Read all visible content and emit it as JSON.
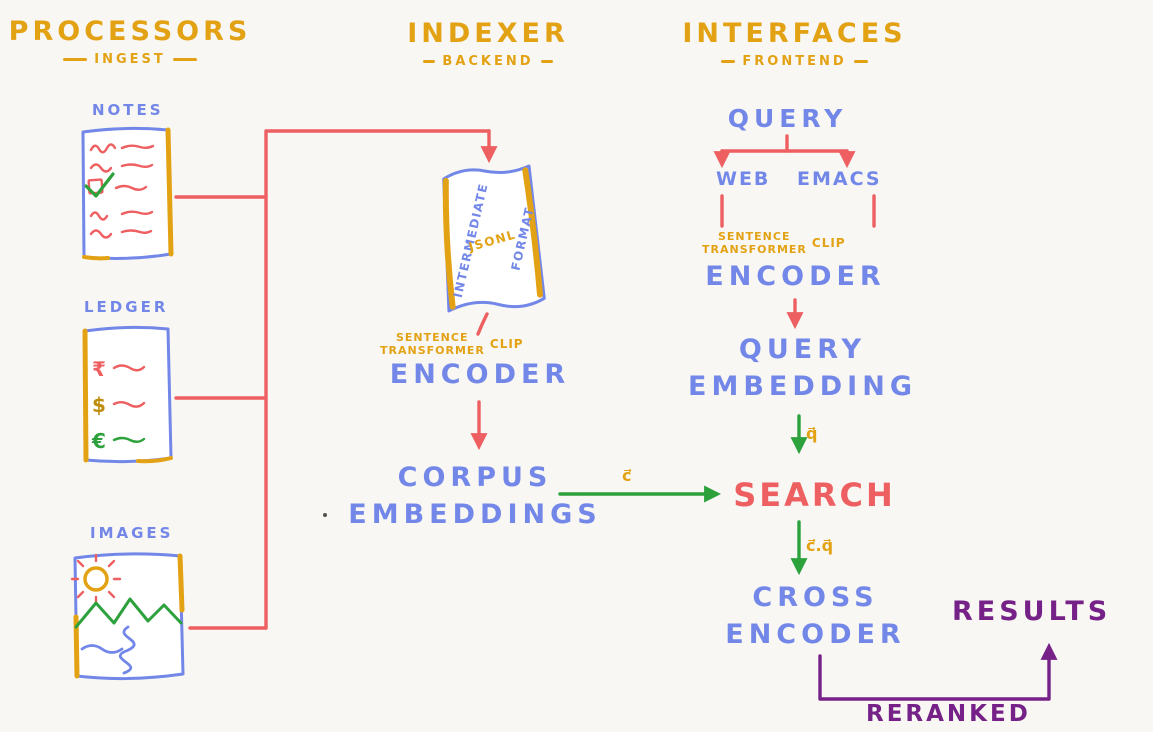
{
  "meta": {
    "background": "#f8f7f3"
  },
  "palette": {
    "yellow": "#e3a214",
    "blue": "#7287e8",
    "red": "#ed5f61",
    "green": "#2ca13c",
    "purple": "#752188"
  },
  "headers": {
    "processors": {
      "title": "PROCESSORS",
      "subtitle": "INGEST"
    },
    "indexer": {
      "title": "INDEXER",
      "subtitle": "BACKEND"
    },
    "interfaces": {
      "title": "INTERFACES",
      "subtitle": "FRONTEND"
    }
  },
  "sources": {
    "notes": {
      "label": "NOTES"
    },
    "ledger": {
      "label": "LEDGER",
      "symbols": [
        "₹",
        "$",
        "€"
      ]
    },
    "images": {
      "label": "IMAGES"
    }
  },
  "indexer": {
    "scroll": {
      "left": "INTERMEDIATE",
      "center": "JSONL",
      "right": "FORMAT"
    },
    "model": {
      "line1": "SENTENCE",
      "line2": "TRANSFORMER",
      "side": "CLIP"
    },
    "encoder": "ENCODER",
    "corpus": {
      "line1": "CORPUS",
      "line2": "EMBEDDINGS"
    },
    "corpus_vector": "c⃗"
  },
  "interfaces": {
    "query": "QUERY",
    "clients": {
      "web": "WEB",
      "emacs": "EMACS"
    },
    "model": {
      "line1": "SENTENCE",
      "line2": "TRANSFORMER",
      "side": "CLIP"
    },
    "encoder": "ENCODER",
    "query_embedding": {
      "line1": "QUERY",
      "line2": "EMBEDDING"
    },
    "query_vector": "q⃗",
    "search": "SEARCH",
    "similarity": "c⃗.q⃗",
    "cross_encoder": {
      "line1": "CROSS",
      "line2": "ENCODER"
    },
    "results": "RESULTS",
    "reranked": "RERANKED"
  }
}
